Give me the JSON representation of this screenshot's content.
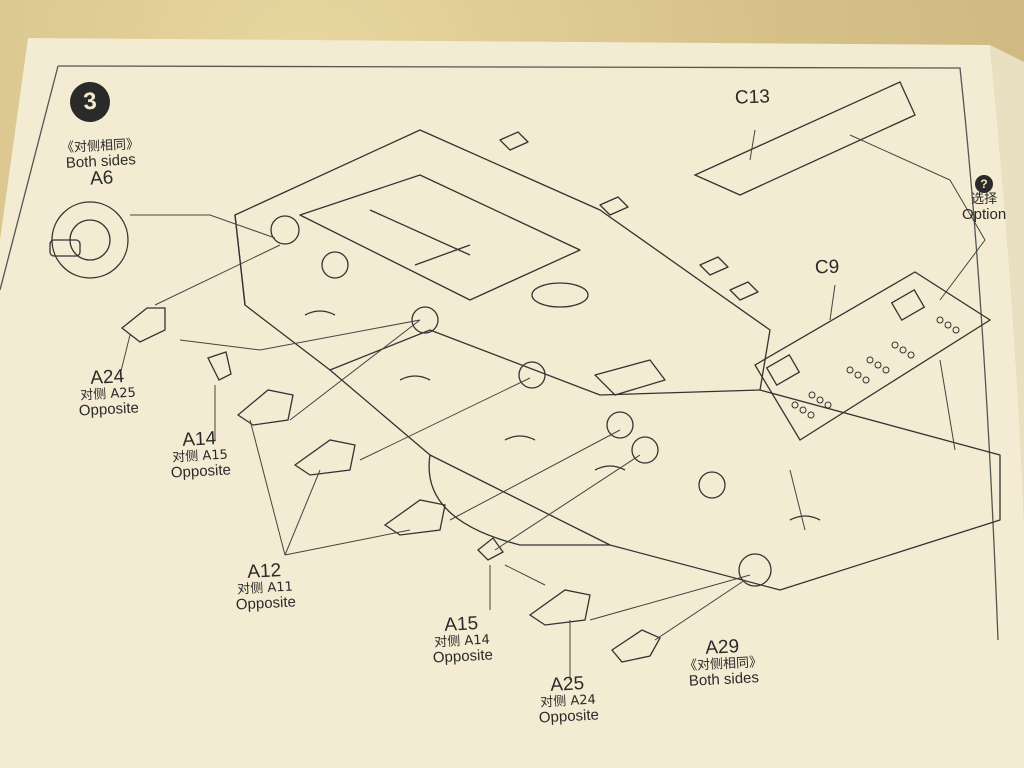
{
  "step": {
    "number": "3"
  },
  "labels": {
    "a6": {
      "cn": "《对侧相同》",
      "en": "Both sides",
      "code": "A6"
    },
    "a24": {
      "code": "A24",
      "cn": "对侧 A25",
      "en": "Opposite"
    },
    "a14": {
      "code": "A14",
      "cn": "对侧 A15",
      "en": "Opposite"
    },
    "a12": {
      "code": "A12",
      "cn": "对侧 A11",
      "en": "Opposite"
    },
    "a15": {
      "code": "A15",
      "cn": "对侧 A14",
      "en": "Opposite"
    },
    "a25": {
      "code": "A25",
      "cn": "对侧 A24",
      "en": "Opposite"
    },
    "a29": {
      "code": "A29",
      "cn": "《对侧相同》",
      "en": "Both sides"
    },
    "c13": {
      "code": "C13"
    },
    "c9": {
      "code": "C9"
    },
    "option": {
      "icon": "?",
      "cn": "选择",
      "en": "Option"
    }
  },
  "colors": {
    "paper": "#f3ebd2",
    "ink": "#2a2a2a",
    "background": "#d6c189"
  }
}
